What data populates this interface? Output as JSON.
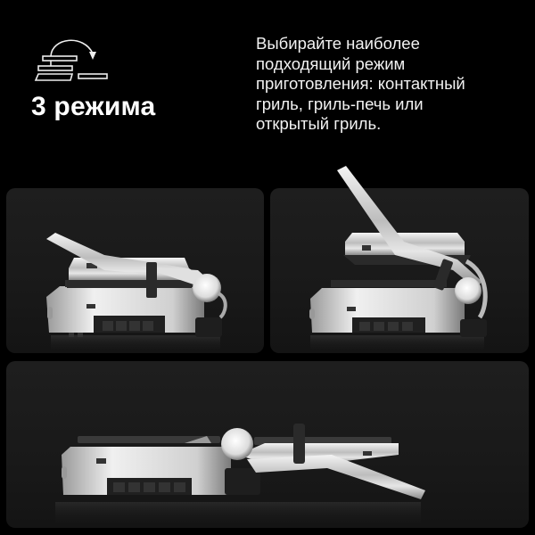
{
  "header": {
    "icon": "modes-stack-arrow-icon",
    "title": "3 режима",
    "description_lines": [
      "Выбирайте наиболее",
      "подходящий режим",
      "приготовления: контактный",
      "гриль, гриль-печь или",
      "открытый гриль."
    ]
  },
  "panels": [
    {
      "mode": "contact-grill",
      "image": "grill-closed-contact-image"
    },
    {
      "mode": "grill-oven",
      "image": "grill-raised-oven-image"
    },
    {
      "mode": "open-grill",
      "image": "grill-open-flat-image"
    }
  ],
  "colors": {
    "background": "#000000",
    "panel": "#1b1b1b",
    "text": "#ffffff",
    "steel": "#c8c8c8",
    "plate": "#3a3a3a"
  }
}
